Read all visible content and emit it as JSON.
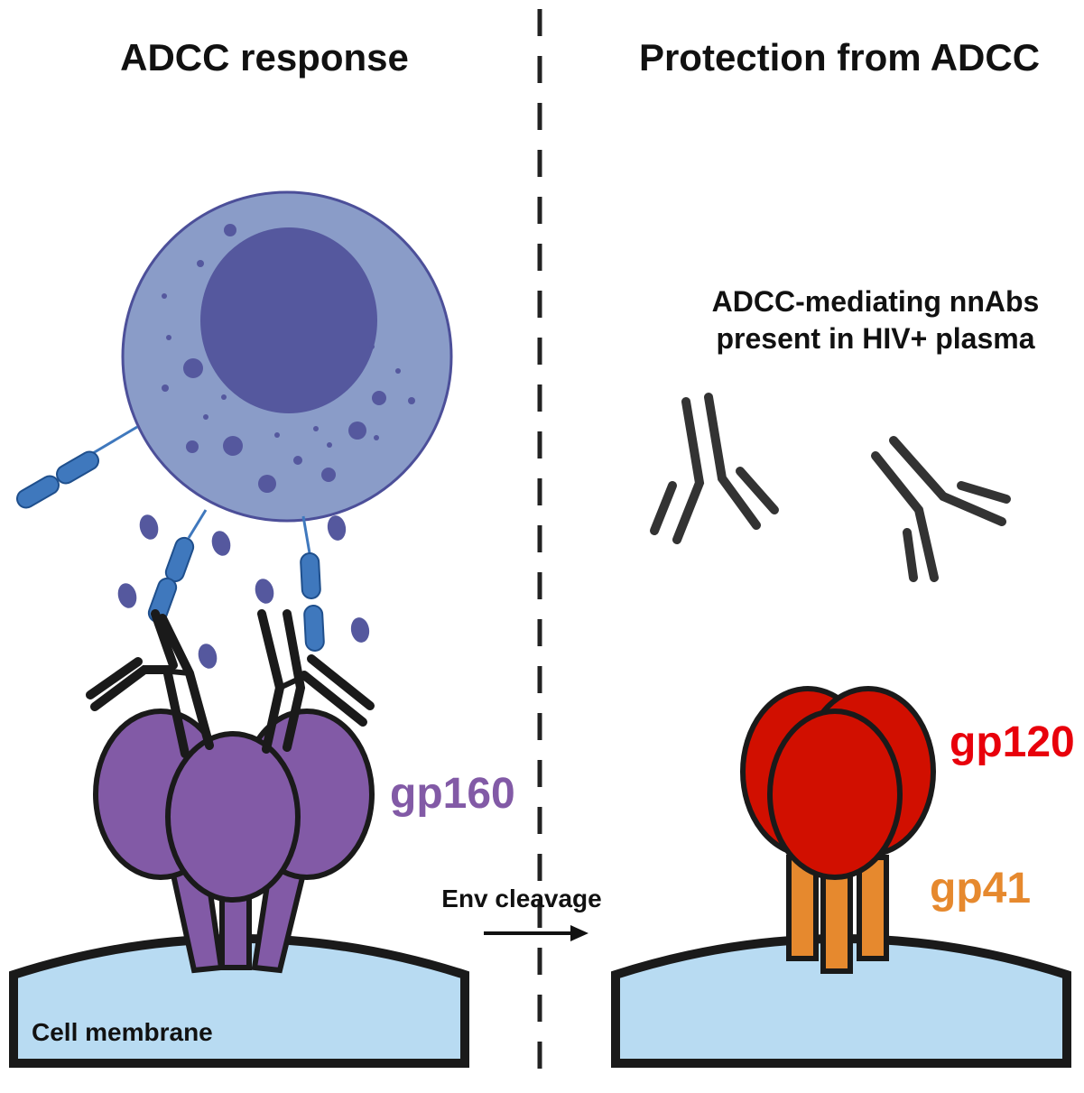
{
  "left_panel": {
    "title": "ADCC response",
    "membrane_label": "Cell membrane",
    "env_label": "gp160"
  },
  "right_panel": {
    "title": "Protection from ADCC",
    "antibody_note_line1": "ADCC-mediating nnAbs",
    "antibody_note_line2": "present in HIV+ plasma",
    "gp120_label": "gp120",
    "gp41_label": "gp41"
  },
  "transition": {
    "label": "Env cleavage"
  },
  "colors": {
    "nk_cell": "#8a9cc8",
    "nucleus": "#55589e",
    "granule": "#55589e",
    "receptor": "#3f78bd",
    "antibody": "#333333",
    "gp160": "#825aa6",
    "gp120": "#d10f00",
    "gp41": "#e6892e",
    "membrane": "#b8dbf2",
    "gp160_text": "#825aa6",
    "gp120_text": "#e8000b",
    "gp41_text": "#e6892e"
  }
}
